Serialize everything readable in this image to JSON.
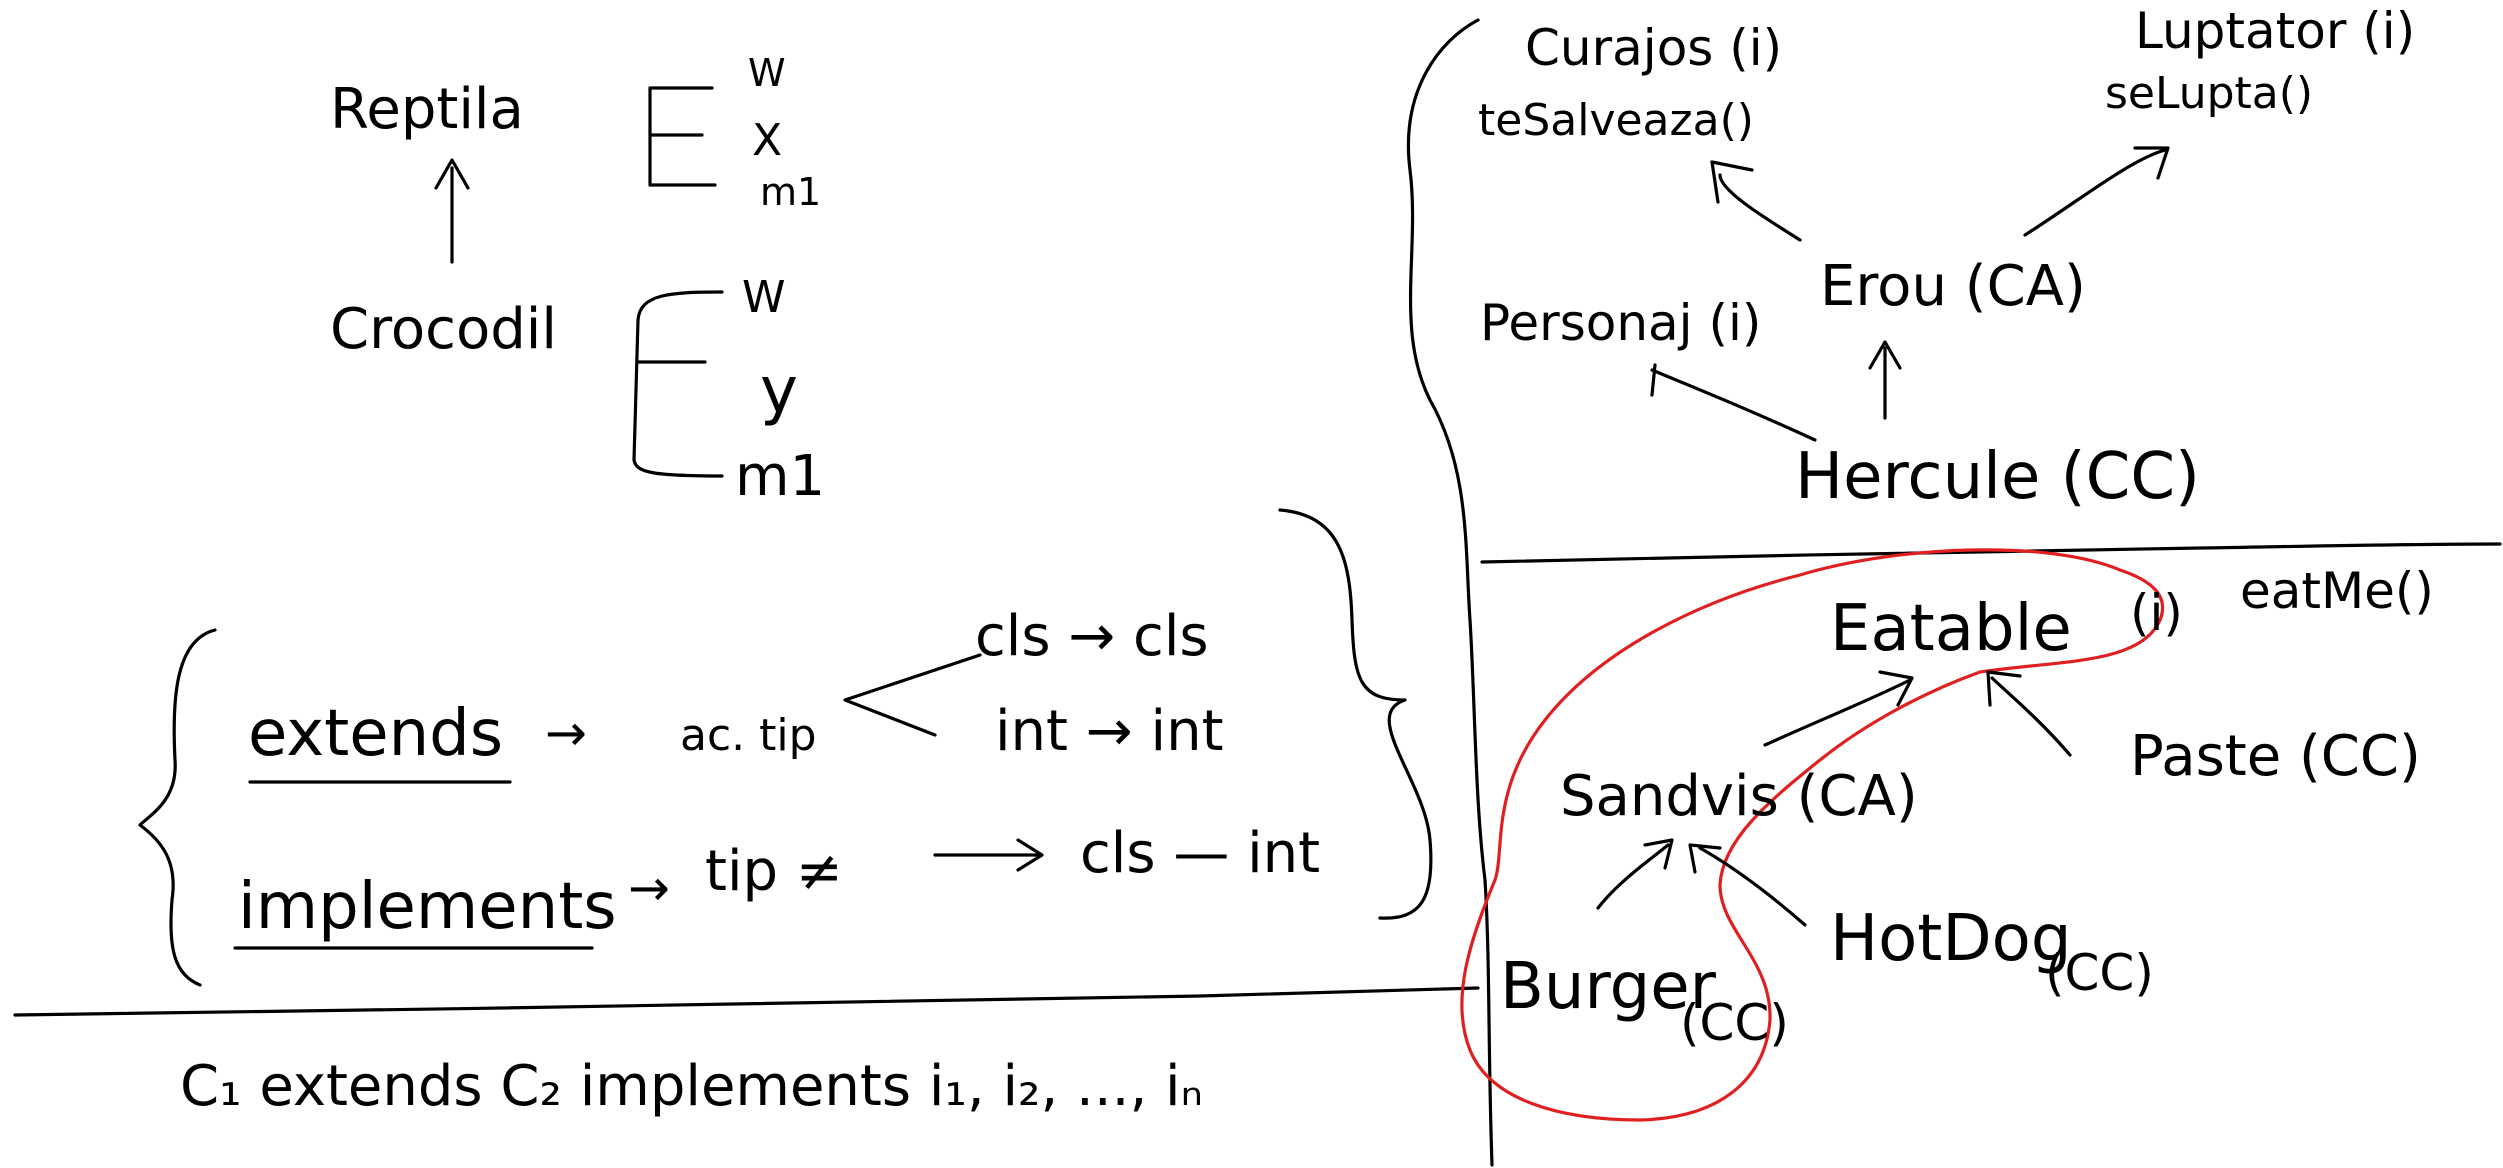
{
  "left_top": {
    "reptila": "Reptila",
    "reptila_members": [
      "W",
      "X",
      "m1"
    ],
    "crocodil": "Crocodil",
    "crocodil_members": [
      "W",
      "y",
      "m1"
    ]
  },
  "rules": {
    "extends": "extends",
    "arrow": "→",
    "same_type": "ac. tip",
    "cls_to_cls": "cls → cls",
    "int_to_int": "int → int",
    "implements": "implements",
    "diff_type": "tip ≠",
    "cls_to_int": "cls — int"
  },
  "bottom_line": {
    "text": "C₁ extends C₂ implements i₁, i₂, ..., iₙ"
  },
  "right_top": {
    "curajos": "Curajos (i)",
    "te_salveaza": "teSalveaza()",
    "luptator": "Luptator (i)",
    "se_lupta": "seLupta()",
    "personaj": "Personaj (i)",
    "erou": "Erou (CA)",
    "hercule": "Hercule (CC)"
  },
  "right_bottom": {
    "eatable": "Eatable",
    "eatable_tag": "(i)",
    "eat_me": "eatMe()",
    "paste": "Paste (CC)",
    "sandvis": "Sandvis (CA)",
    "burger": "Burger",
    "burger_tag": "(CC)",
    "hotdog": "HotDog",
    "hotdog_tag": "(CC)"
  },
  "colors": {
    "ink": "#000000",
    "highlight": "#e02020",
    "background": "#ffffff"
  }
}
